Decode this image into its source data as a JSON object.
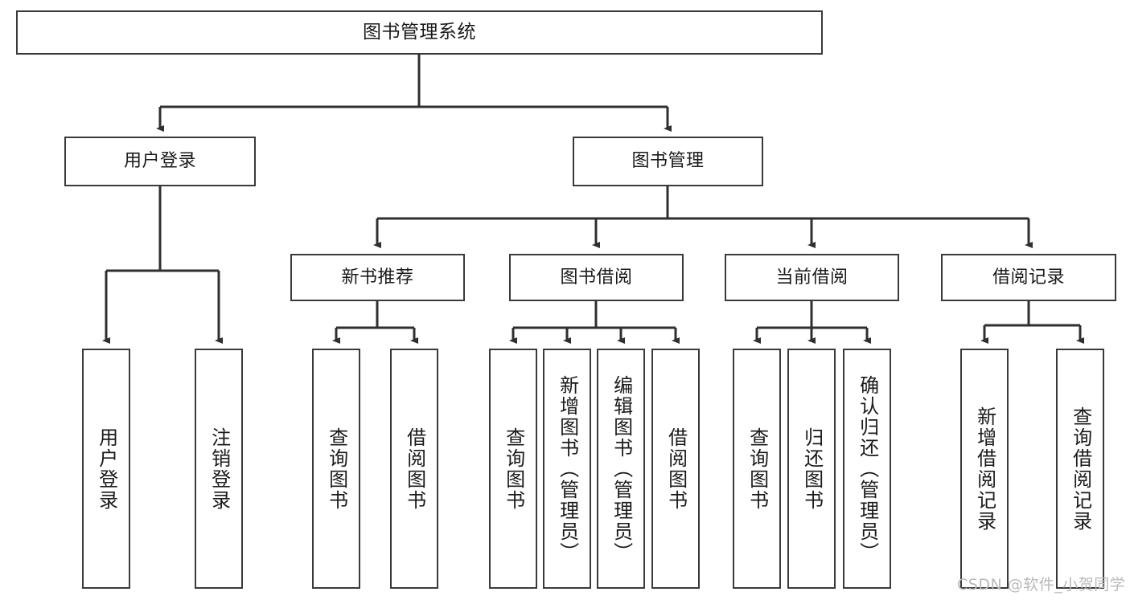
{
  "diagram": {
    "type": "tree",
    "title": "图书管理系统",
    "style": {
      "box_border_color": "#3a3a3a",
      "box_fill_color": "#ffffff",
      "connector_color": "#2f2f2f",
      "text_color": "#1a1a1a",
      "background": "#ffffff"
    },
    "nodes": {
      "root": {
        "label": "图书管理系统"
      },
      "level2": [
        {
          "label": "用户登录"
        },
        {
          "label": "图书管理"
        }
      ],
      "level3": [
        {
          "label": "新书推荐"
        },
        {
          "label": "图书借阅"
        },
        {
          "label": "当前借阅"
        },
        {
          "label": "借阅记录"
        }
      ],
      "leaves_user_login": [
        {
          "label": "用户登录"
        },
        {
          "label": "注销登录"
        }
      ],
      "leaves_new_book": [
        {
          "label": "查询图书"
        },
        {
          "label": "借阅图书"
        }
      ],
      "leaves_borrow": [
        {
          "label": "查询图书"
        },
        {
          "label": "新增图书（管理员）"
        },
        {
          "label": "编辑图书（管理员）"
        },
        {
          "label": "借阅图书"
        }
      ],
      "leaves_current": [
        {
          "label": "查询图书"
        },
        {
          "label": "归还图书"
        },
        {
          "label": "确认归还（管理员）"
        }
      ],
      "leaves_record": [
        {
          "label": "新增借阅记录"
        },
        {
          "label": "查询借阅记录"
        }
      ]
    }
  },
  "watermark": {
    "text": "CSDN @软件_小贺同学"
  }
}
